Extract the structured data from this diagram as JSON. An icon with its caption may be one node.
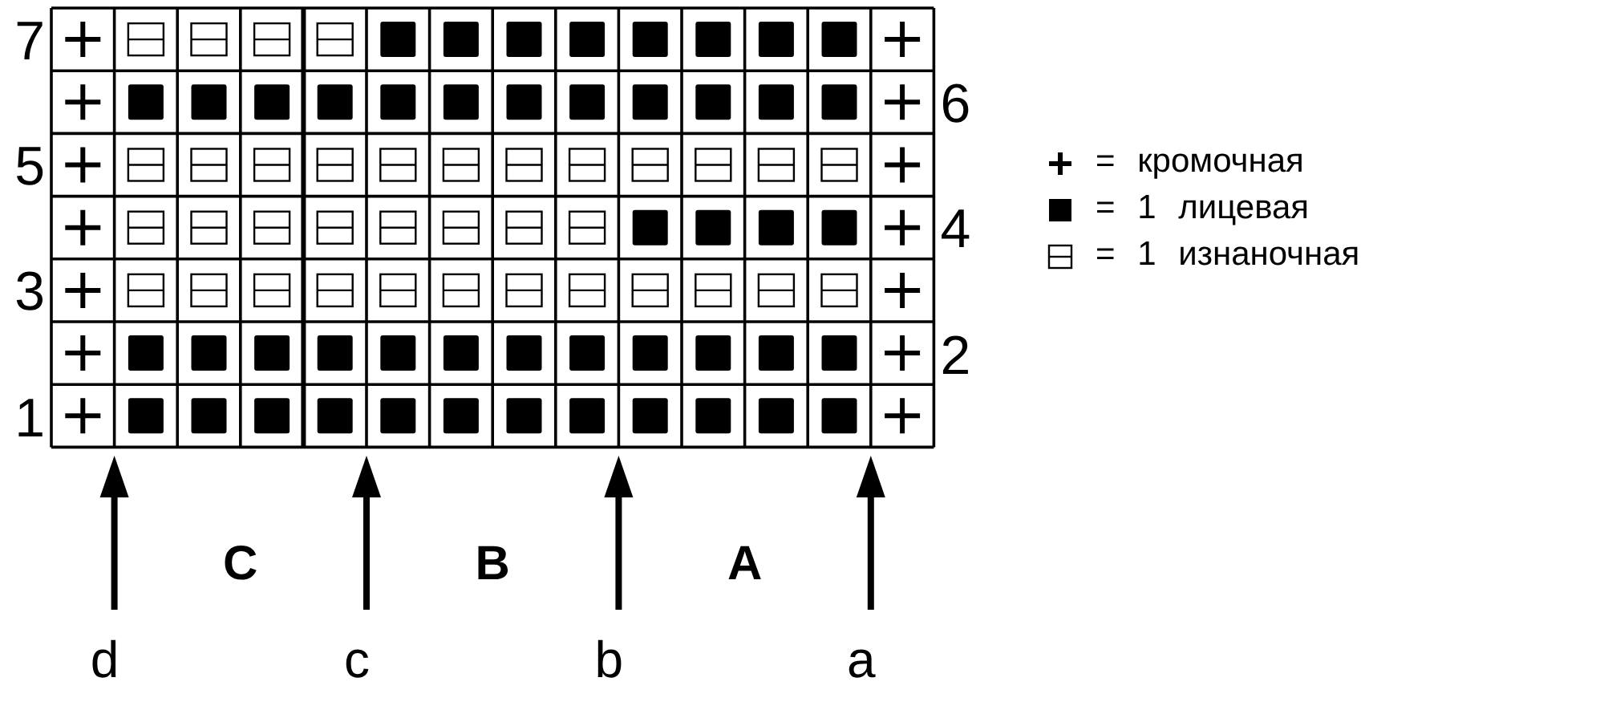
{
  "diagram": {
    "labels": [
      "7",
      "6",
      "5",
      "4",
      "3",
      "2",
      "1",
      "C",
      "B",
      "A",
      "d",
      "c",
      "b",
      "a"
    ],
    "legend": [
      {
        "text": "= кромочная"
      },
      {
        "text": "= 1 лицевая"
      },
      {
        "text": "= 1 изнаночная"
      }
    ]
  }
}
